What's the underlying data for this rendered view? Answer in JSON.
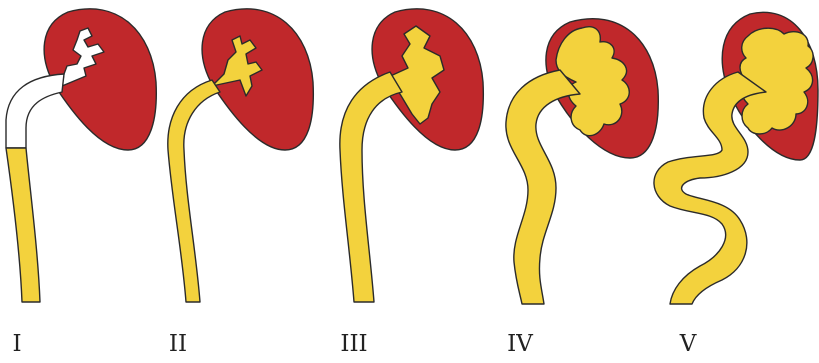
{
  "colors": {
    "kidney": "#c0282b",
    "urine": "#f3d23d",
    "outline": "#2b2b2b",
    "background": "#ffffff",
    "label": "#222222"
  },
  "grades": [
    {
      "label": "I"
    },
    {
      "label": "II"
    },
    {
      "label": "III"
    },
    {
      "label": "IV"
    },
    {
      "label": "V"
    }
  ]
}
